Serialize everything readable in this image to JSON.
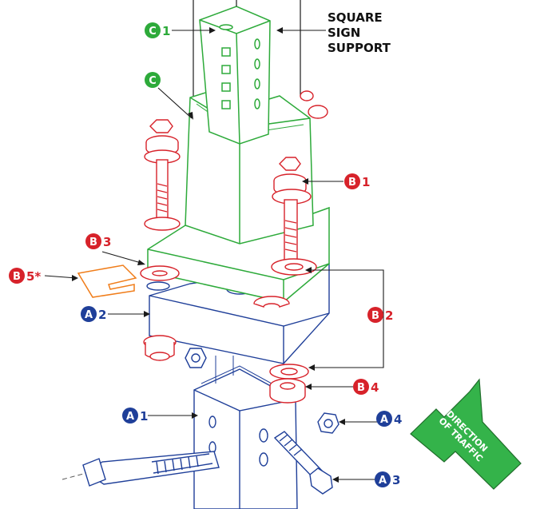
{
  "title_lines": [
    "SQUARE",
    "SIGN",
    "SUPPORT"
  ],
  "direction_lines": [
    "DIRECTION",
    "OF TRAFFIC"
  ],
  "colors": {
    "green": "#2daa3a",
    "red": "#d7222a",
    "blue": "#1f3f99",
    "orange": "#f07d1a",
    "outline": "#1a1a1a",
    "arrow_green": "#34b34a"
  },
  "callouts": [
    {
      "id": "c1",
      "letter": "C",
      "number": "1",
      "group": "green"
    },
    {
      "id": "c",
      "letter": "C",
      "number": "",
      "group": "green"
    },
    {
      "id": "b1",
      "letter": "B",
      "number": "1",
      "group": "red"
    },
    {
      "id": "b3",
      "letter": "B",
      "number": "3",
      "group": "red"
    },
    {
      "id": "b5",
      "letter": "B",
      "number": "5*",
      "group": "red"
    },
    {
      "id": "b2",
      "letter": "B",
      "number": "2",
      "group": "red"
    },
    {
      "id": "b4",
      "letter": "B",
      "number": "4",
      "group": "red"
    },
    {
      "id": "a2",
      "letter": "A",
      "number": "2",
      "group": "blue"
    },
    {
      "id": "a1",
      "letter": "A",
      "number": "1",
      "group": "blue"
    },
    {
      "id": "a4",
      "letter": "A",
      "number": "4",
      "group": "blue"
    },
    {
      "id": "a3",
      "letter": "A",
      "number": "3",
      "group": "blue"
    }
  ]
}
